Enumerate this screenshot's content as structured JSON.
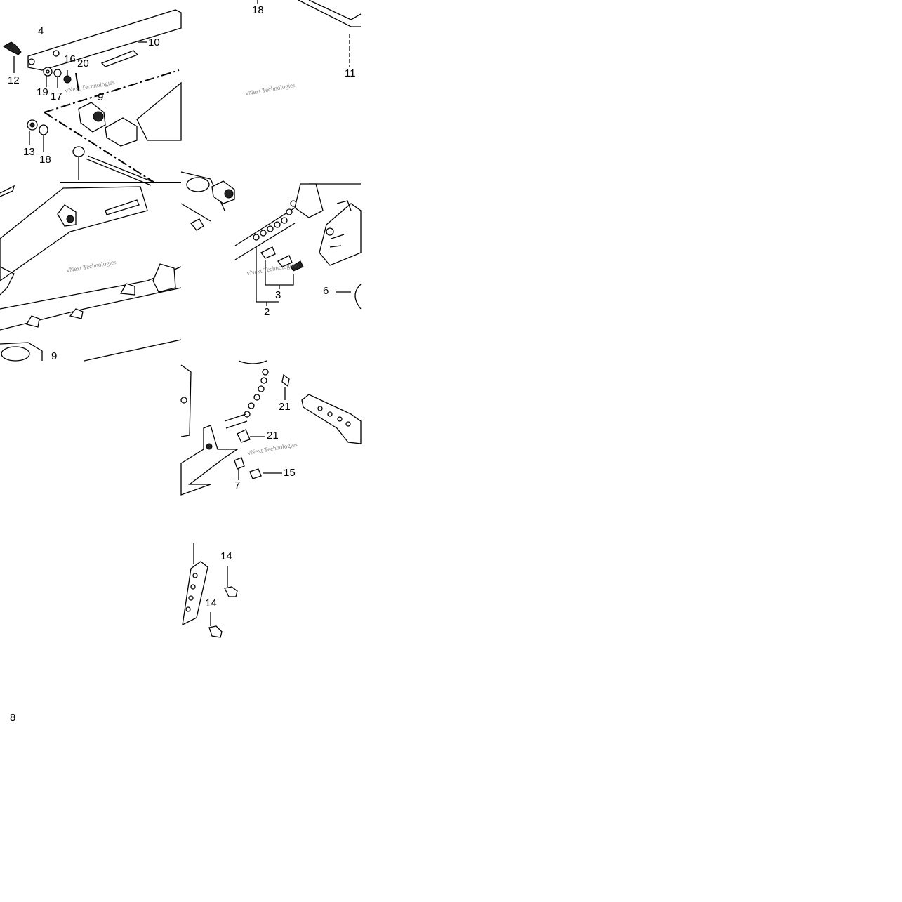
{
  "labels": {
    "p18a": "18",
    "p11": "11",
    "p4": "4",
    "p10": "10",
    "p12": "12",
    "p16": "16",
    "p20": "20",
    "p19": "19",
    "p17": "17",
    "p9a": "9",
    "p13": "13",
    "p18b": "18",
    "p6": "6",
    "p3": "3",
    "p2": "2",
    "p9b": "9",
    "p21a": "21",
    "p21b": "21",
    "p15": "15",
    "p7": "7",
    "p14a": "14",
    "p14b": "14",
    "p8": "8"
  },
  "watermark": "vNext Technologies"
}
